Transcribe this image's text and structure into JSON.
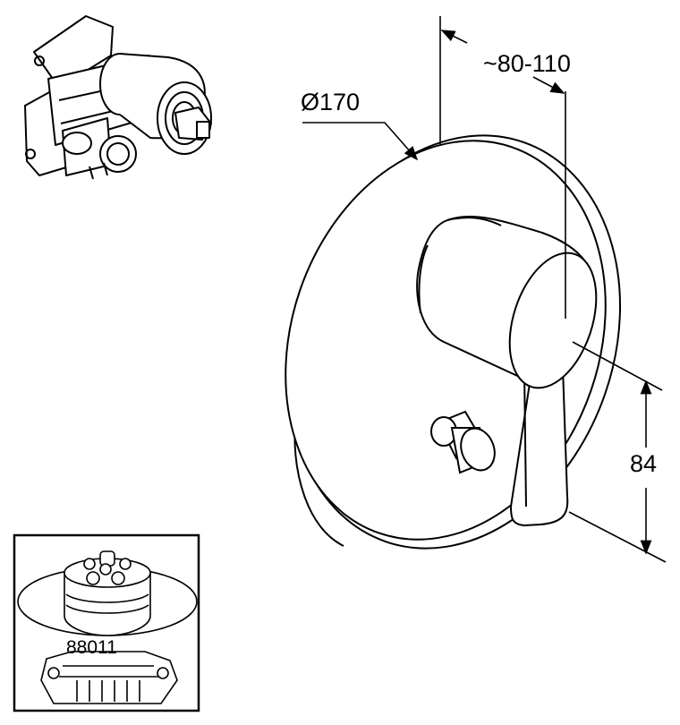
{
  "dimensions": {
    "diameter": "Ø170",
    "projection": "~80-110",
    "height": "84"
  },
  "inset": {
    "label": "88011"
  },
  "colors": {
    "line": "#000000",
    "background": "#ffffff"
  }
}
